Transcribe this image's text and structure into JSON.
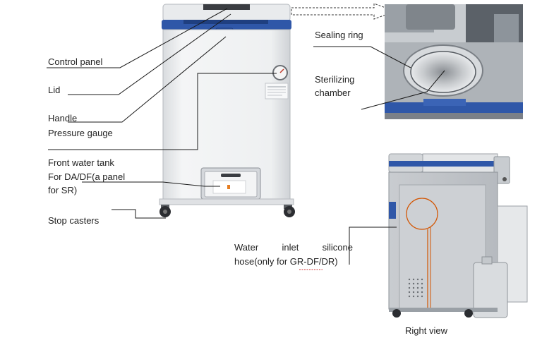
{
  "labels": {
    "control_panel": "Control panel",
    "lid": "Lid",
    "handle": "Handle",
    "pressure_gauge": "Pressure gauge",
    "front_water_tank_1": "Front water tank",
    "front_water_tank_2": "For  DA/DF(a  panel",
    "front_water_tank_3": "for SR)",
    "stop_casters": "Stop casters",
    "sealing_ring": "Sealing ring",
    "sterilizing_1": "Sterilizing",
    "sterilizing_2": "chamber",
    "hose_w1": "Water",
    "hose_w2": "inlet",
    "hose_w3": "silicone",
    "hose_line2": "hose(only for GR-DF/DR)",
    "right_view": "Right view"
  },
  "colors": {
    "leader": "#1a1a1a",
    "body": "#eceef0",
    "blue": "#2f57a8",
    "steel": "#b8bcc2",
    "dark": "#3a3d42"
  }
}
